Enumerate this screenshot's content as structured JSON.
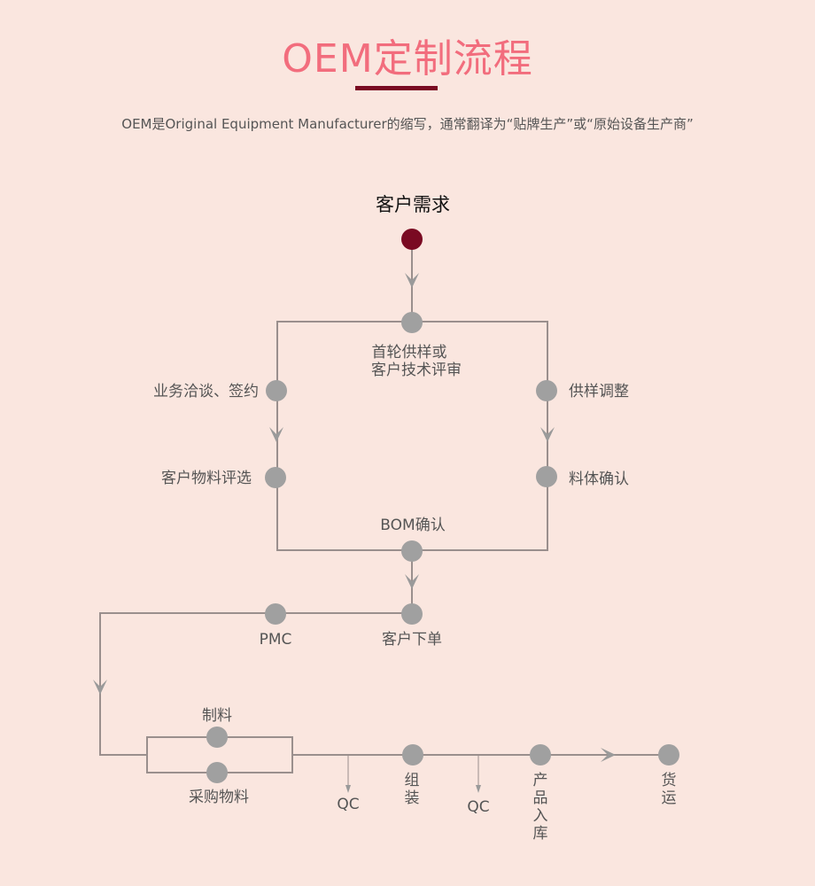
{
  "header": {
    "title": "OEM定制流程",
    "subtitle": "OEM是Original Equipment Manufacturer的缩写，通常翻译为“贴牌生产”或“原始设备生产商”"
  },
  "colors": {
    "title": "#f26d7d",
    "accent": "#7a0a22",
    "node": "#a0a0a0",
    "line": "#9a8f8d",
    "background": "#fae6df"
  },
  "flow": {
    "start": "客户需求",
    "first_sample_1": "首轮供样或",
    "first_sample_2": "客户技术评审",
    "negotiate": "业务洽谈、签约",
    "material_select": "客户物料评选",
    "sample_adjust": "供样调整",
    "body_confirm": "料体确认",
    "bom": "BOM确认",
    "order": "客户下单",
    "pmc": "PMC",
    "make": "制料",
    "purchase": "采购物料",
    "qc1": "QC",
    "assemble": [
      "组",
      "装"
    ],
    "qc2": "QC",
    "storage": [
      "产",
      "品",
      "入",
      "库"
    ],
    "ship": [
      "货",
      "运"
    ]
  }
}
